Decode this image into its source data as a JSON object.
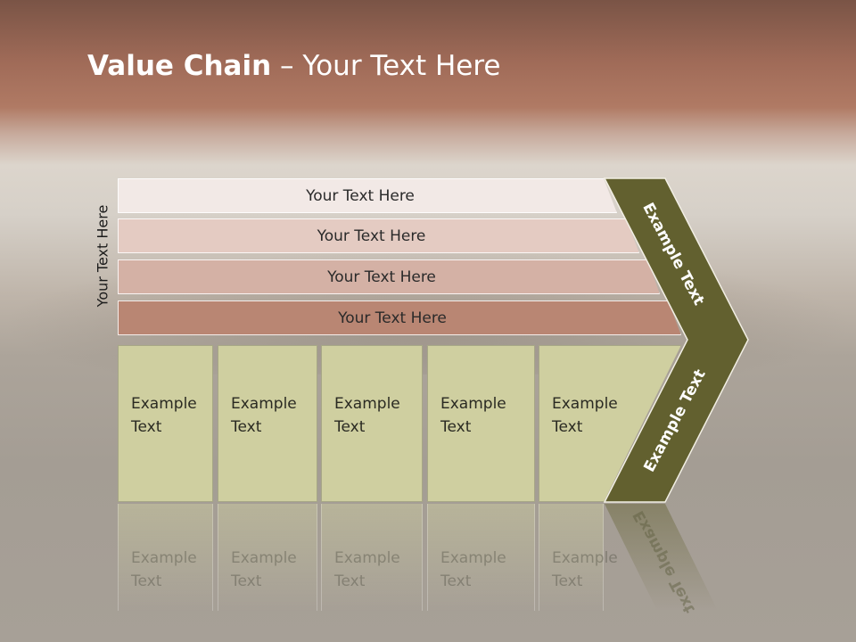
{
  "title": {
    "bold": "Value Chain",
    "rest": " – Your Text Here"
  },
  "side_label": "Your Text Here",
  "bars": [
    "Your Text Here",
    "Your Text Here",
    "Your Text Here",
    "Your Text Here"
  ],
  "boxes": [
    {
      "line1": "Example",
      "line2": "Text"
    },
    {
      "line1": "Example",
      "line2": "Text"
    },
    {
      "line1": "Example",
      "line2": "Text"
    },
    {
      "line1": "Example",
      "line2": "Text"
    },
    {
      "line1": "Example",
      "line2": "Text"
    }
  ],
  "chevron": {
    "upper_label": "Example Text",
    "lower_label": "Example Text"
  },
  "colors": {
    "chevron": "#62602f",
    "boxes": "#cfcfa0",
    "header": "#a06b58"
  }
}
